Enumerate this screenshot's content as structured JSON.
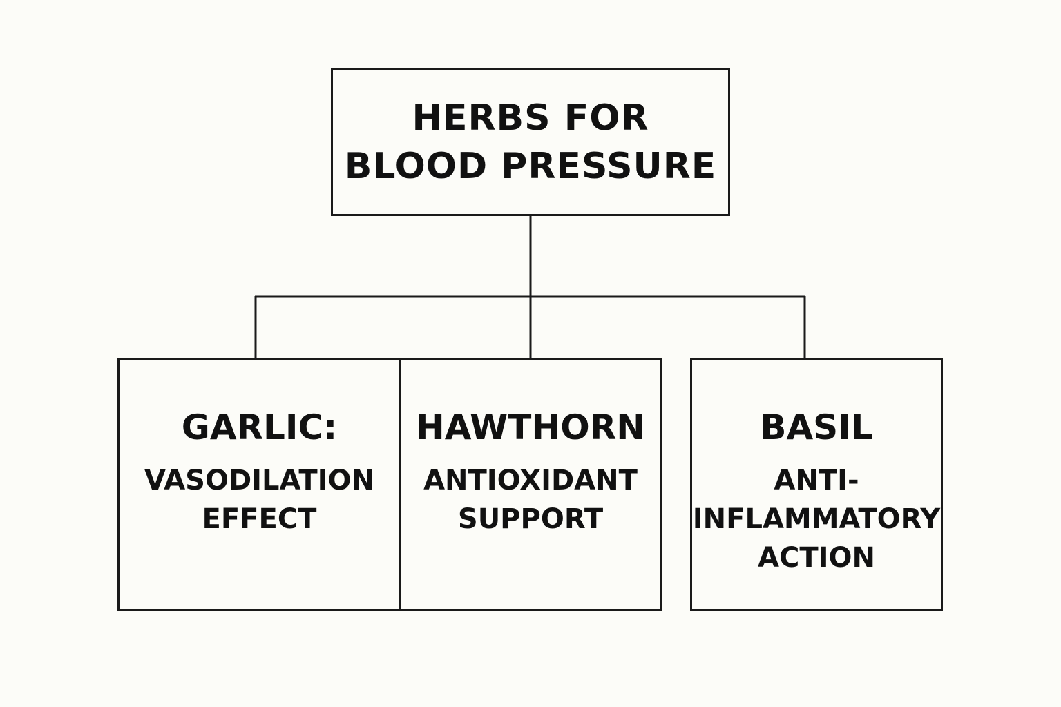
{
  "diagram": {
    "root": {
      "lines": [
        "HERBS FOR",
        "BLOOD PRESSURE"
      ]
    },
    "children": [
      {
        "title": "GARLIC:",
        "description": [
          "VASODILATION",
          "EFFECT"
        ]
      },
      {
        "title": "HAWTHORN",
        "description": [
          "ANTIOXIDANT",
          "SUPPORT"
        ]
      },
      {
        "title": "BASIL",
        "description": [
          "ANTI-",
          "INFLAMMATORY",
          "ACTION"
        ]
      }
    ],
    "colors": {
      "line": "#1a1a1a",
      "text": "#111111",
      "background": "#fcfcf8"
    }
  }
}
